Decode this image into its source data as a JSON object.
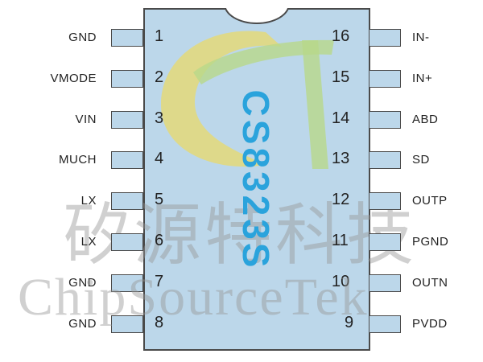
{
  "part_number": "CS8323S",
  "watermark": {
    "chinese": "矽源特科技",
    "english": "ChipSourceTek"
  },
  "logo": {
    "name": "chipsourcetek-logo",
    "color_yellow": "#e9d96a",
    "color_green": "#b8d88a"
  },
  "colors": {
    "body": "#bcd7ea",
    "part_number": "#2aa3dc",
    "outline": "#4a4a4a"
  },
  "pins_left": [
    {
      "num": "1",
      "label": "GND"
    },
    {
      "num": "2",
      "label": "VMODE"
    },
    {
      "num": "3",
      "label": "VIN"
    },
    {
      "num": "4",
      "label": "MUCH"
    },
    {
      "num": "5",
      "label": "LX"
    },
    {
      "num": "6",
      "label": "LX"
    },
    {
      "num": "7",
      "label": "GND"
    },
    {
      "num": "8",
      "label": "GND"
    }
  ],
  "pins_right": [
    {
      "num": "16",
      "label": "IN-"
    },
    {
      "num": "15",
      "label": "IN+"
    },
    {
      "num": "14",
      "label": "ABD"
    },
    {
      "num": "13",
      "label": "SD"
    },
    {
      "num": "12",
      "label": "OUTP"
    },
    {
      "num": "11",
      "label": "PGND"
    },
    {
      "num": "10",
      "label": "OUTN"
    },
    {
      "num": "9",
      "label": "PVDD"
    }
  ]
}
